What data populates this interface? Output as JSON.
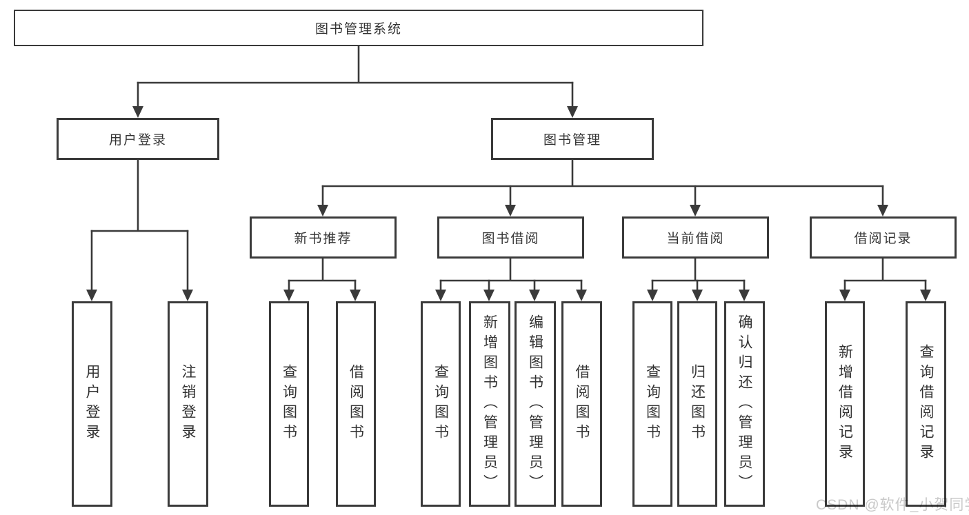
{
  "nodes": {
    "root": "图书管理系统",
    "l2": [
      "用户登录",
      "图书管理"
    ],
    "l3": [
      "新书推荐",
      "图书借阅",
      "当前借阅",
      "借阅记录"
    ],
    "leaves_login": [
      "用户登录",
      "注销登录"
    ],
    "leaves_recommend": [
      "查询图书",
      "借阅图书"
    ],
    "leaves_borrow": [
      "查询图书",
      "新增图书（管理员）",
      "编辑图书（管理员）",
      "借阅图书"
    ],
    "leaves_current": [
      "查询图书",
      "归还图书",
      "确认归还（管理员）"
    ],
    "leaves_records": [
      "新增借阅记录",
      "查询借阅记录"
    ]
  },
  "watermark": "CSDN @软件_小贺同学",
  "colors": {
    "line": "#3a3a3a",
    "text": "#333333",
    "watermark": "#c9c9c9",
    "background": "#ffffff"
  }
}
